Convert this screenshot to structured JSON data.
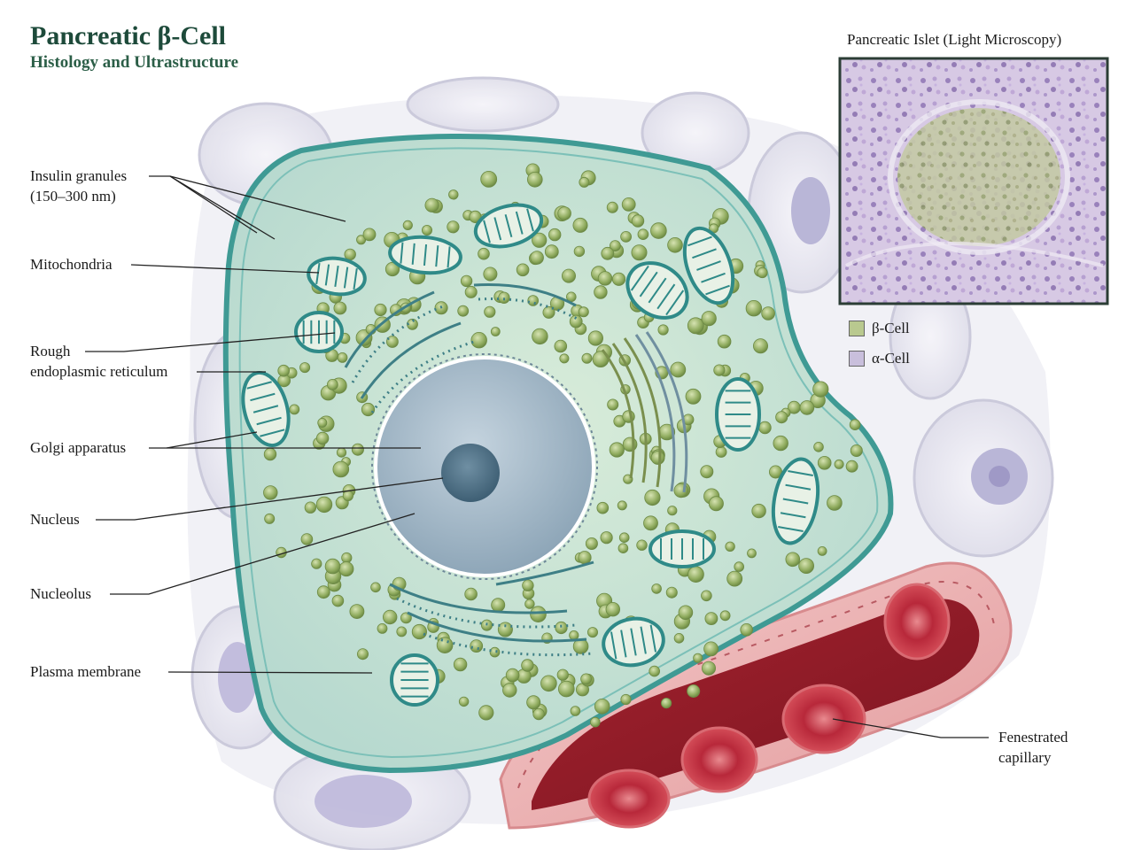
{
  "header": {
    "title": "Pancreatic β-Cell",
    "subtitle": "Histology and Ultrastructure"
  },
  "labels": {
    "insulin_line1": "Insulin granules",
    "insulin_line2": "(150–300 nm)",
    "mitochondria": "Mitochondria",
    "rer_line1": "Rough",
    "rer_line2": "endoplasmic reticulum",
    "golgi": "Golgi apparatus",
    "nucleus": "Nucleus",
    "nucleolus": "Nucleolus",
    "plasma_membrane": "Plasma membrane",
    "capillary_line1": "Fenestrated",
    "capillary_line2": "capillary"
  },
  "inset": {
    "title": "Pancreatic Islet (Light Microscopy)"
  },
  "legend": [
    {
      "label": "β-Cell",
      "color": "#b9c98f"
    },
    {
      "label": "α-Cell",
      "color": "#c9bfdc"
    }
  ],
  "colors": {
    "cytoplasm": "#c9e2d6",
    "membrane": "#3f9a94",
    "granule": "#8fab5e",
    "mitochondria": "#2f8a88",
    "nucleus": "#a7b9c9",
    "blood_vessel": "#e8a6a6",
    "rbc": "#c9323f",
    "title": "#1d4a3a"
  }
}
